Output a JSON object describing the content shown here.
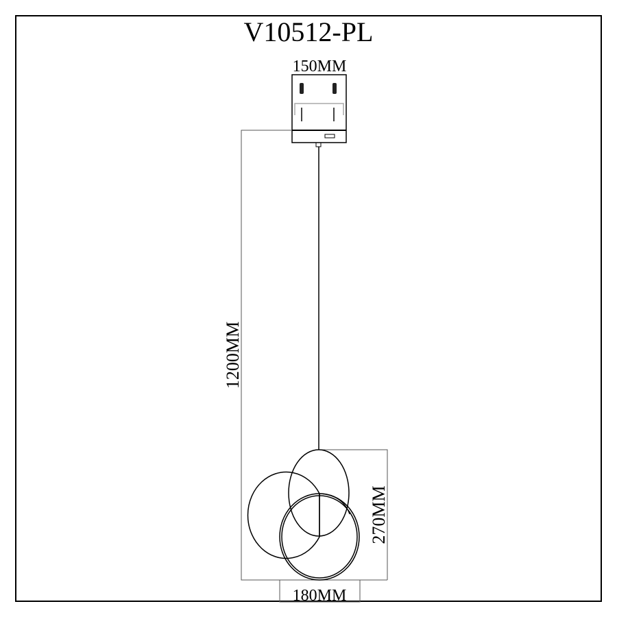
{
  "title": "V10512-PL",
  "dimensions": {
    "canopy_width": "150MM",
    "cable_length": "1200MM",
    "fixture_height": "270MM",
    "fixture_width": "180MM"
  },
  "colors": {
    "line": "#000000",
    "dim_line": "#555555"
  }
}
